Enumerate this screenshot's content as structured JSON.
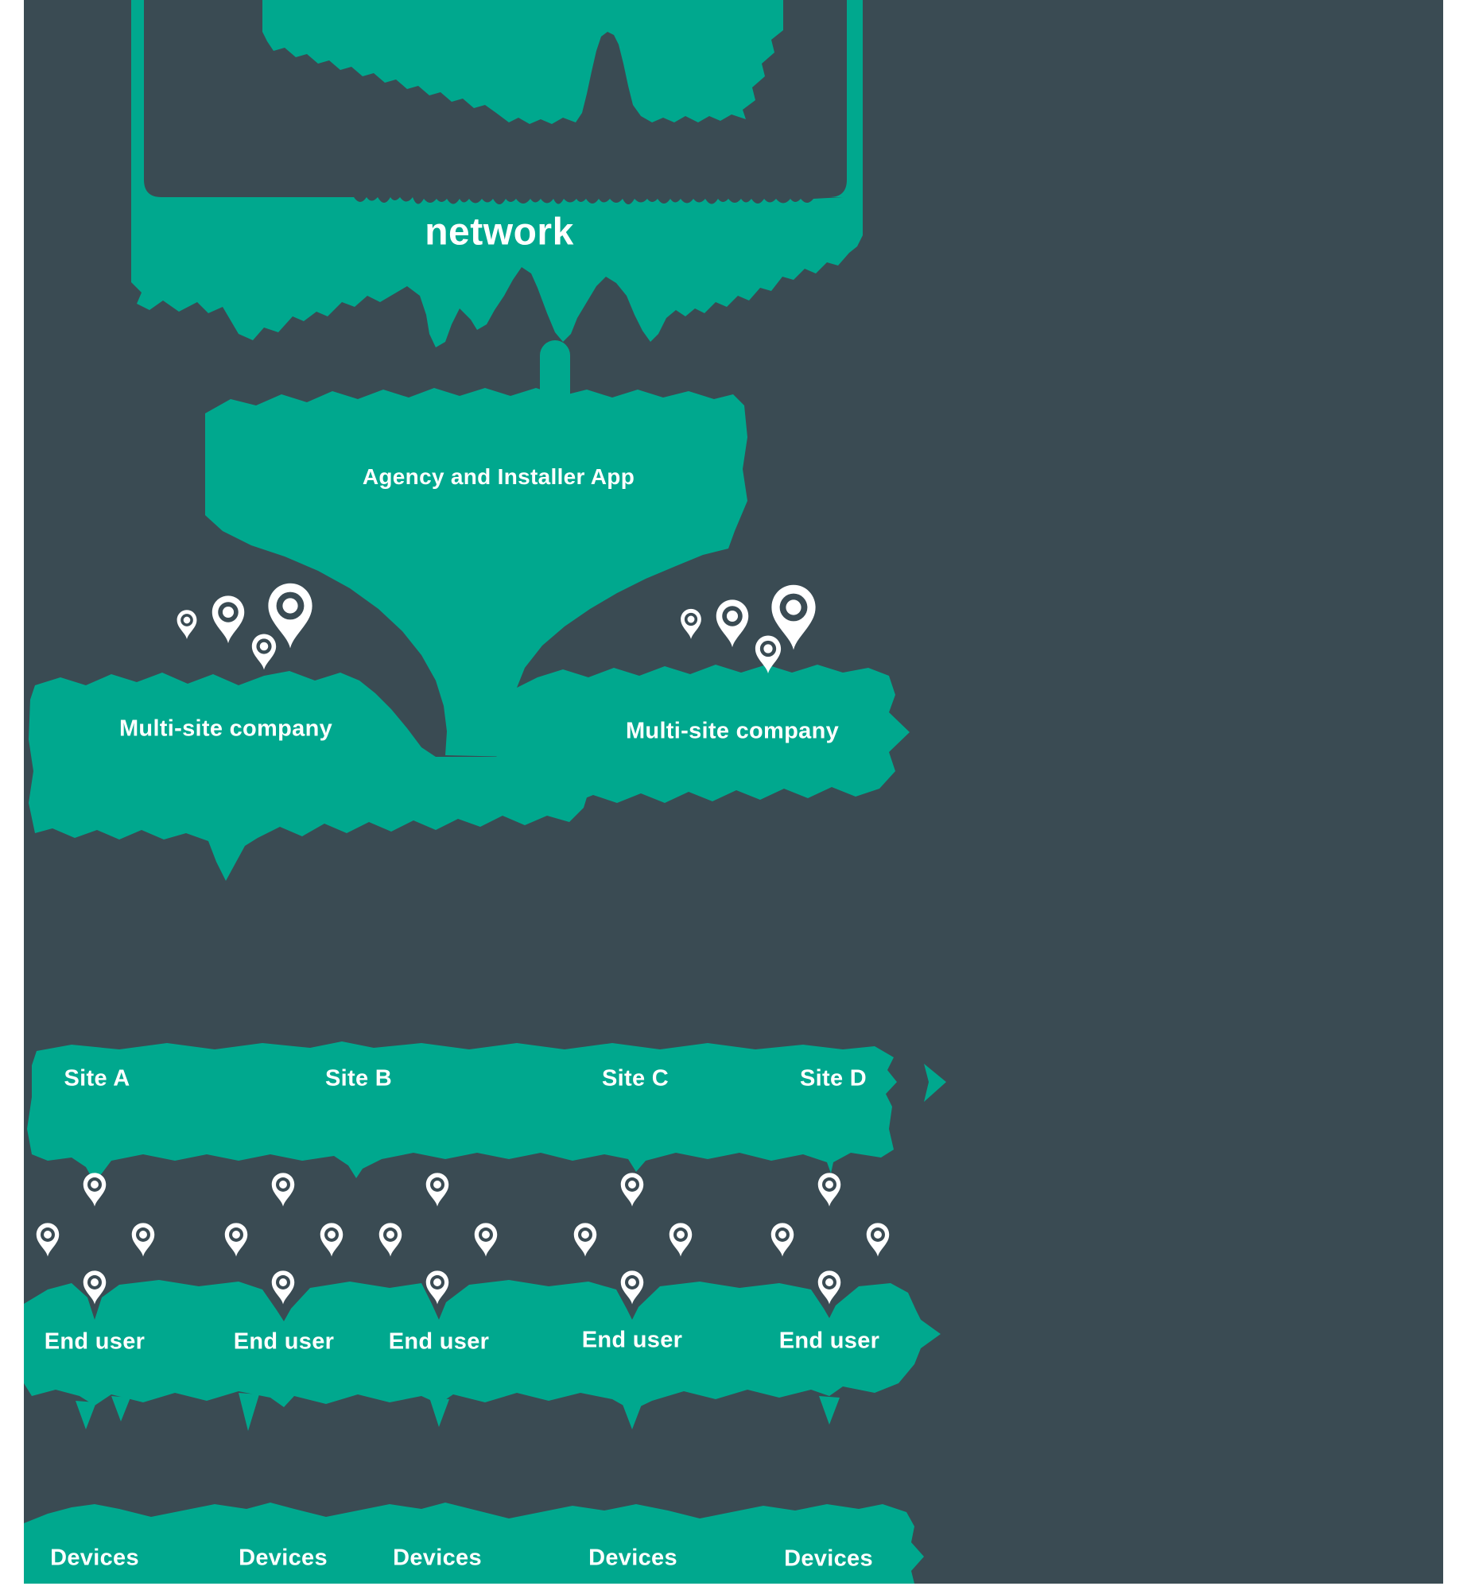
{
  "colors": {
    "teal": "#00A88E",
    "slate": "#3A4B53",
    "text": "#FFFFFF"
  },
  "cloud": {
    "title": "network"
  },
  "app": {
    "label": "Agency and Installer App"
  },
  "companies": [
    {
      "label": "Multi-site company"
    },
    {
      "label": "Multi-site company"
    }
  ],
  "sites": [
    {
      "label": "Site A"
    },
    {
      "label": "Site B"
    },
    {
      "label": "Site C"
    },
    {
      "label": "Site D"
    }
  ],
  "end_users": [
    {
      "label": "End user"
    },
    {
      "label": "End user"
    },
    {
      "label": "End user"
    },
    {
      "label": "End user"
    },
    {
      "label": "End user"
    }
  ],
  "devices": [
    {
      "label": "Devices"
    },
    {
      "label": "Devices"
    },
    {
      "label": "Devices"
    },
    {
      "label": "Devices"
    },
    {
      "label": "Devices"
    }
  ],
  "icons": {
    "location_pin": "location-pin-icon"
  }
}
